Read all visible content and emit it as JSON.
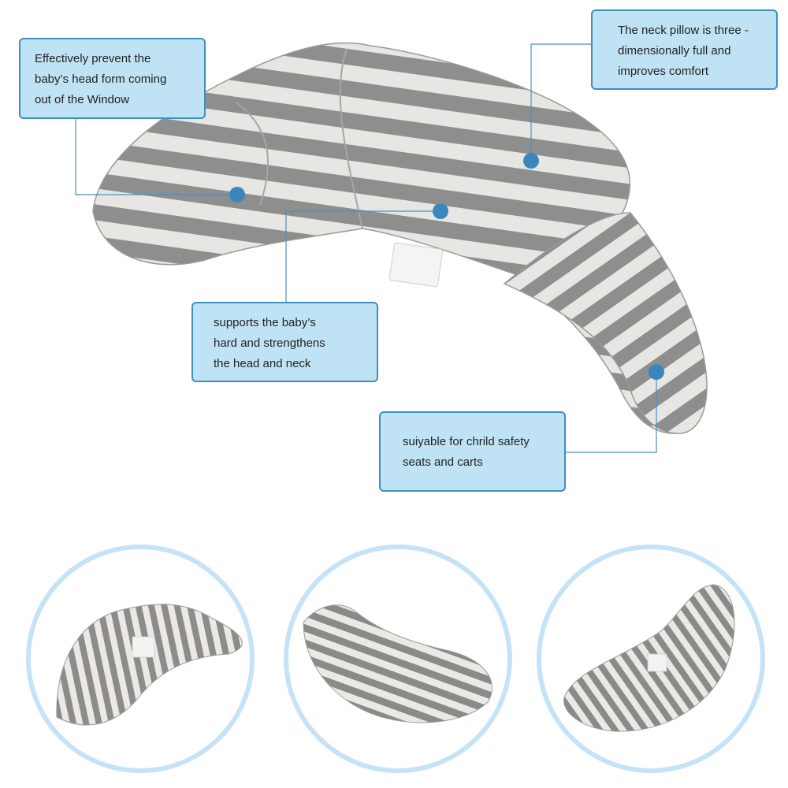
{
  "callouts": {
    "window": {
      "line1": "Effectively prevent the",
      "line2": "baby’s head form coming",
      "line3": "out of the Window"
    },
    "comfort": {
      "line1": "The neck pillow is three -",
      "line2": "dimensionally full and",
      "line3": "improves comfort"
    },
    "support": {
      "line1": "supports the baby’s",
      "line2": "hard and strengthens",
      "line3": "the head and neck"
    },
    "seats": {
      "line1": "suiyable for chrild safety",
      "line2": "seats and carts"
    }
  },
  "colors": {
    "callout_fill": "#bfe3f5",
    "callout_border": "#3d8fc0",
    "marker_dot": "#3b87bd",
    "stripe_light": "#e8e6e2",
    "stripe_dark": "#8e8e8e",
    "circle_ring": "#c5e3f6"
  },
  "icons": {
    "marker": "blue-dot-marker",
    "product": "striped-neck-pillow"
  }
}
